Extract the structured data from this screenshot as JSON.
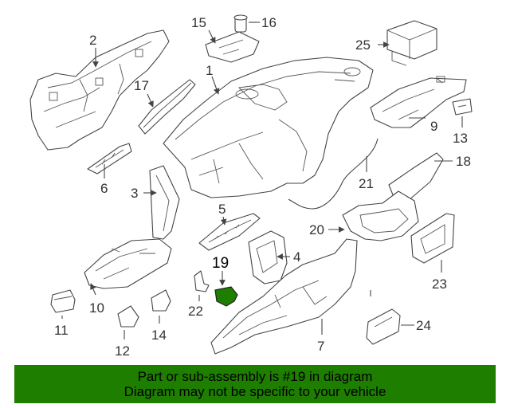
{
  "diagram": {
    "highlight_part": "19",
    "highlight_color": "#1e7e00",
    "callouts": [
      "1",
      "2",
      "3",
      "4",
      "5",
      "6",
      "7",
      "9",
      "10",
      "11",
      "12",
      "13",
      "14",
      "15",
      "16",
      "17",
      "18",
      "19",
      "20",
      "21",
      "22",
      "23",
      "24",
      "25"
    ]
  },
  "banner": {
    "line1": "Part or sub-assembly is #19 in diagram",
    "line2": "Diagram may not be specific to your vehicle",
    "background": "#1e7e00"
  }
}
